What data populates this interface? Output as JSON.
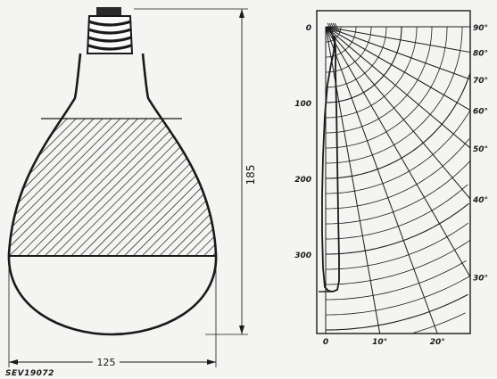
{
  "bulb": {
    "height_label": "185",
    "width_label": "125"
  },
  "caption": "SEV19072",
  "polar": {
    "radial_ticks": [
      "0",
      "100",
      "200",
      "300"
    ],
    "angle_labels_right": [
      "90°",
      "80°",
      "70°",
      "60°",
      "50°",
      "40°",
      "30°"
    ],
    "angle_labels_bottom": [
      "0",
      "10°",
      "20°"
    ],
    "radial_values": [
      0,
      100,
      200,
      300
    ],
    "right_angles_deg": [
      90,
      80,
      70,
      60,
      50,
      40,
      30
    ],
    "bottom_angles_deg": [
      0,
      10,
      20
    ]
  },
  "colors": {
    "ink": "#1a1a1a",
    "paper": "#f4f4f2"
  }
}
